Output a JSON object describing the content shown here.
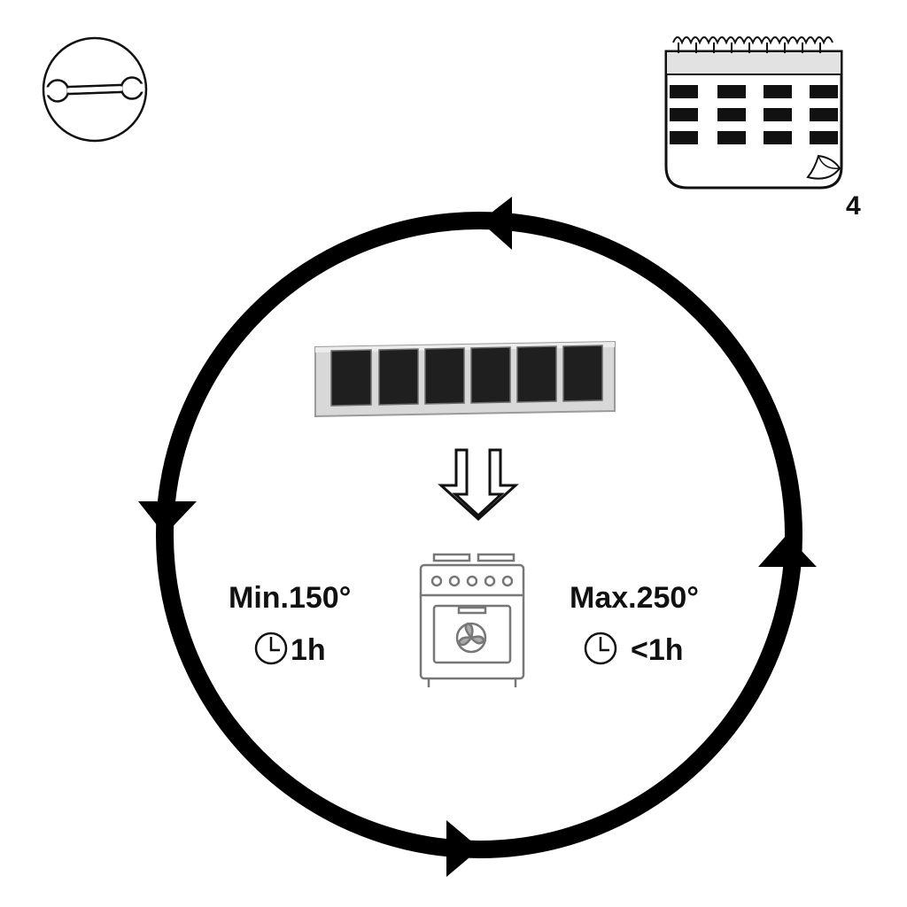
{
  "maintenance": {
    "icon": "wrench-icon",
    "interval": {
      "icon": "calendar-icon",
      "value": "4"
    }
  },
  "cycle": {
    "arrow_color": "#000000",
    "direction": "counter-clockwise"
  },
  "filter": {
    "icon": "carbon-filter-icon",
    "arrow_icon": "double-down-arrow-icon"
  },
  "oven": {
    "icon": "fan-oven-icon"
  },
  "min_setting": {
    "temperature": "Min.150°",
    "clock_icon": "clock-icon",
    "duration": "1h"
  },
  "max_setting": {
    "temperature": "Max.250°",
    "clock_icon": "clock-icon",
    "duration": "<1h"
  }
}
